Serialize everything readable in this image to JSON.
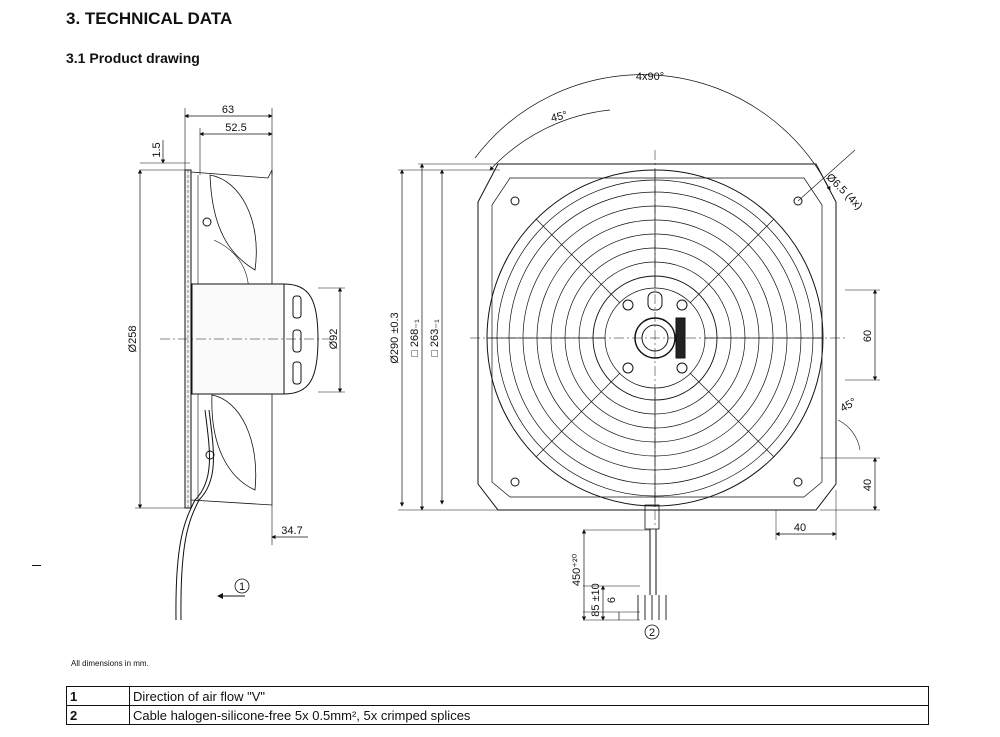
{
  "section_title": "3. TECHNICAL DATA",
  "subsection_title": "3.1 Product drawing",
  "dimension_note": "All dimensions in mm.",
  "drawing": {
    "side_view_dims": {
      "d63": "63",
      "d52_5": "52.5",
      "d1_5": "1.5",
      "d258": "Ø258",
      "d92": "Ø92",
      "d34_7": "34.7"
    },
    "front_view_dims": {
      "d4x90": "4x90°",
      "d45_top": "45°",
      "d6_5": "Ø6.5 (4x)",
      "d290": "Ø290 ±0.3",
      "d268": "□ 268₋₁",
      "d263": "□ 263₋₁",
      "d60": "60",
      "d45_side": "45°",
      "d40_v": "40",
      "d40_h": "40",
      "d450": "450⁺²⁰",
      "d85": "85 ±10",
      "d6": "6"
    },
    "callouts": {
      "c1": "1",
      "c2": "2"
    }
  },
  "legend": [
    {
      "num": "1",
      "text": "Direction of air flow \"V\""
    },
    {
      "num": "2",
      "text": "Cable halogen-silicone-free 5x 0.5mm², 5x crimped splices"
    }
  ]
}
